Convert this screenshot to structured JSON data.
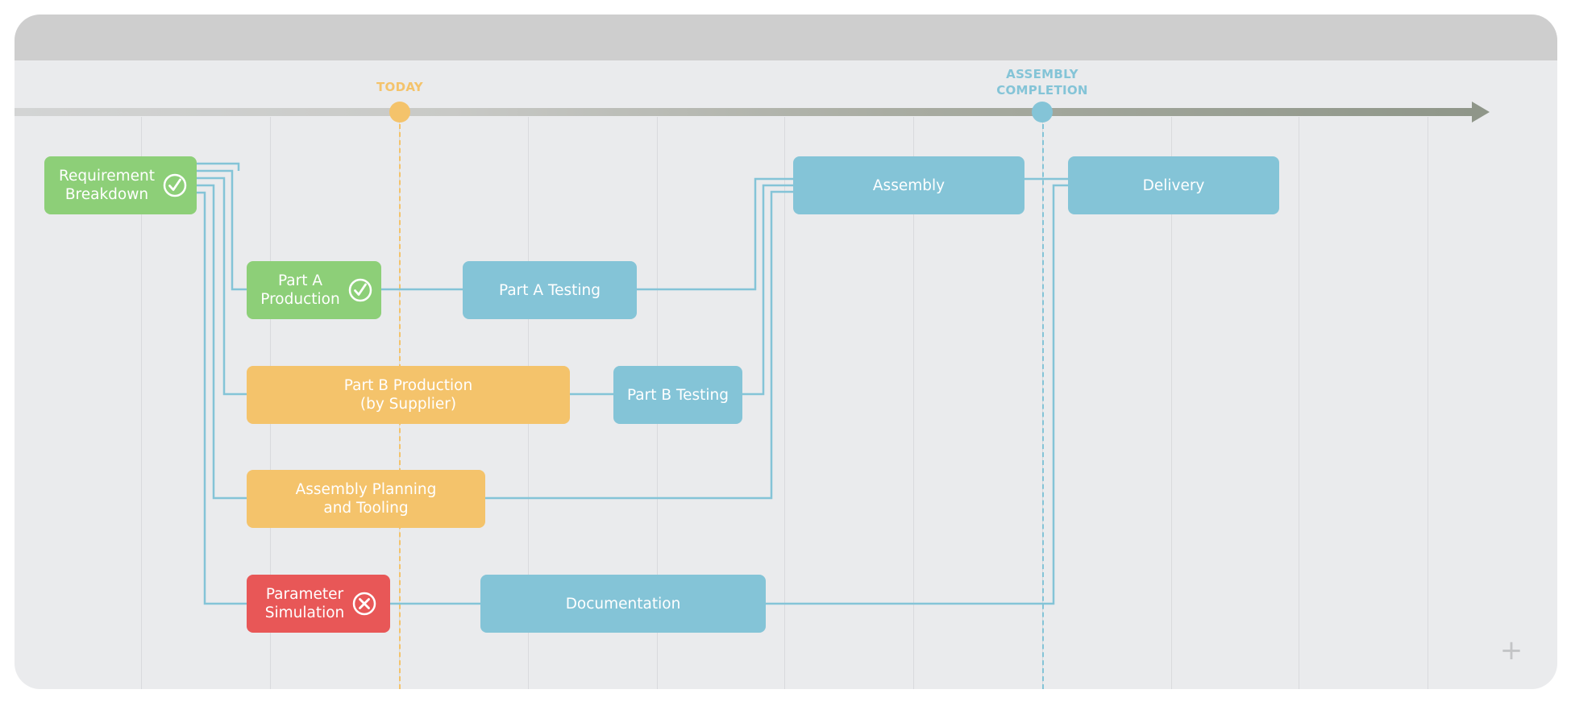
{
  "colors": {
    "done": "#8dcf78",
    "in_progress": "#f4c36b",
    "planned": "#84c4d7",
    "blocked": "#e85757",
    "connector": "#84c4d7",
    "today": "#f4c36b",
    "assembly_completion": "#84c4d7"
  },
  "milestones": {
    "today": {
      "label": "TODAY"
    },
    "assembly_completion": {
      "label": "ASSEMBLY\nCOMPLETION"
    }
  },
  "tasks": {
    "requirement_breakdown": {
      "label": "Requirement\nBreakdown",
      "status": "done",
      "icon": "check-circle-icon"
    },
    "part_a_production": {
      "label": "Part A\nProduction",
      "status": "done",
      "icon": "check-circle-icon"
    },
    "part_a_testing": {
      "label": "Part A Testing",
      "status": "planned"
    },
    "part_b_production": {
      "label": "Part B Production\n(by Supplier)",
      "status": "in_progress"
    },
    "part_b_testing": {
      "label": "Part B Testing",
      "status": "planned"
    },
    "assembly_planning": {
      "label": "Assembly Planning\nand Tooling",
      "status": "in_progress"
    },
    "parameter_simulation": {
      "label": "Parameter\nSimulation",
      "status": "blocked",
      "icon": "x-circle-icon"
    },
    "documentation": {
      "label": "Documentation",
      "status": "planned"
    },
    "assembly": {
      "label": "Assembly",
      "status": "planned"
    },
    "delivery": {
      "label": "Delivery",
      "status": "planned"
    }
  },
  "controls": {
    "add_icon": "plus-icon",
    "add_symbol": "+"
  }
}
